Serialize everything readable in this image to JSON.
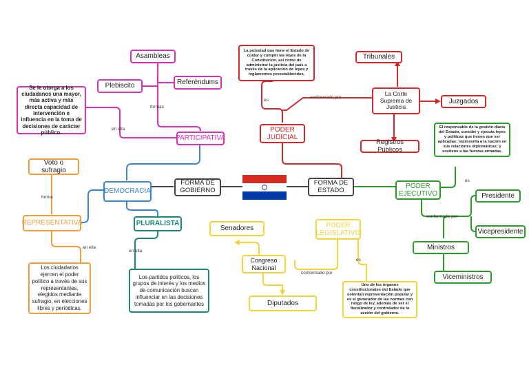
{
  "colors": {
    "pink": "#d930b5",
    "blue": "#3a86d4",
    "orange": "#f39c3d",
    "teal": "#1a8a78",
    "red": "#d6272b",
    "yellow": "#f0d43a",
    "green": "#2a9a2a",
    "gray": "#444444"
  },
  "center": {
    "forma_gobierno": "FORMA DE GOBIERNO",
    "forma_estado": "FORMA DE ESTADO",
    "flag": "paraguay-flag-icon"
  },
  "democracia": {
    "title": "DEMOCRACIA",
    "participativa": "PARTICIPATIVA",
    "representativa": "REPRESENTATIVA",
    "pluralista": "PLURALISTA",
    "asambleas": "Asambleas",
    "plebiscito": "Plebiscito",
    "referendums": "Referéndums",
    "formas_label": "formas",
    "en_ella_1": "en ella",
    "participativa_desc": "Se le otorga a los ciudadanos una mayor, más activa y más directa capacidad de intervención e influencia en la toma de decisiones de carácter público.",
    "voto": "Voto o sufragio",
    "forma_label": "forma",
    "en_ella_2": "en ella",
    "representativa_desc": "Los ciudadanos ejercen el poder político a través de sus representantes, elegidos mediante sufragio, en elecciones libres y periódicas.",
    "en_ella_3": "en ella",
    "pluralista_desc": "Los partidos políticos, los grupos de interés y los medios de comunicación buscan influenciar en las decisiones tomadas por los gobernantes"
  },
  "judicial": {
    "title": "PODER JUDICIAL",
    "es_label": "es",
    "desc": "La potestad que tiene el Estado de cuidar y cumplir las leyes de la Constitución, así como de administrar la justicia del país a través de la aplicación de leyes y reglamentos preestablecidos.",
    "conformado_label": "conformado por",
    "corte": "La Corte Suprema de Justicia",
    "tribunales": "Tribunales",
    "juzgados": "Juzgados",
    "registros": "Registros Públicos"
  },
  "ejecutivo": {
    "title": "PODER EJECUTIVO",
    "es_label": "es",
    "desc": "El responsable de la gestión diaria del Estado, concibe y ejecuta leyes y políticas que tienen que ser aplicadas; representa a la nación en sus relaciones diplomáticas; y sostiene a las fuerzas armadas.",
    "conformado_label": "conformado por",
    "presidente": "Presidente",
    "vicepresidente": "Vicepresidente",
    "ministros": "Ministros",
    "viceministros": "Viceministros"
  },
  "legislativo": {
    "title": "PODER LEGISLATIVO",
    "es_label": "es",
    "desc": "Uno de los órganos constitucionales del Estado que ostentan representación popular y es el generador de las normas con rango de ley, además de ser el fiscalizador y controlador de la acción del gobierno.",
    "conformado_label": "conformado por",
    "congreso": "Congreso Nacional",
    "senadores": "Senadores",
    "diputados": "Diputados"
  }
}
